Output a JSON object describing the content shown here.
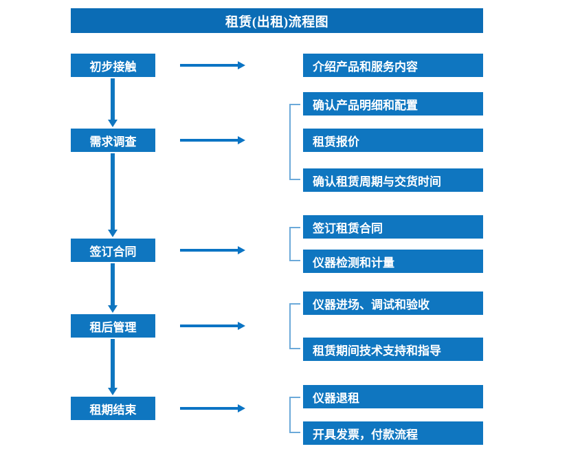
{
  "header": {
    "title": "租赁(出租)流程图"
  },
  "colors": {
    "box_fill": "#0f76c0",
    "title_fill": "#0b6cb5",
    "arrow": "#0b74c4",
    "bracket": "#6ba9d9",
    "text": "#ffffff",
    "background": "#ffffff"
  },
  "stages": [
    {
      "id": "stage-1",
      "label": "初步接触"
    },
    {
      "id": "stage-2",
      "label": "需求调查"
    },
    {
      "id": "stage-3",
      "label": "签订合同"
    },
    {
      "id": "stage-4",
      "label": "租后管理"
    },
    {
      "id": "stage-5",
      "label": "租期结束"
    }
  ],
  "details": [
    {
      "id": "detail-1-1",
      "label": "介绍产品和服务内容"
    },
    {
      "id": "detail-2-1",
      "label": "确认产品明细和配置"
    },
    {
      "id": "detail-2-2",
      "label": "租赁报价"
    },
    {
      "id": "detail-2-3",
      "label": "确认租赁周期与交货时间"
    },
    {
      "id": "detail-3-1",
      "label": "签订租赁合同"
    },
    {
      "id": "detail-3-2",
      "label": "仪器检测和计量"
    },
    {
      "id": "detail-4-1",
      "label": "仪器进场、调试和验收"
    },
    {
      "id": "detail-4-2",
      "label": "租赁期间技术支持和指导"
    },
    {
      "id": "detail-5-1",
      "label": "仪器退租"
    },
    {
      "id": "detail-5-2",
      "label": "开具发票，付款流程"
    }
  ],
  "connectors": {
    "stage_to_detail_arrows": 5,
    "stage_flow_arrows": 4,
    "detail_group_brackets": 4
  }
}
